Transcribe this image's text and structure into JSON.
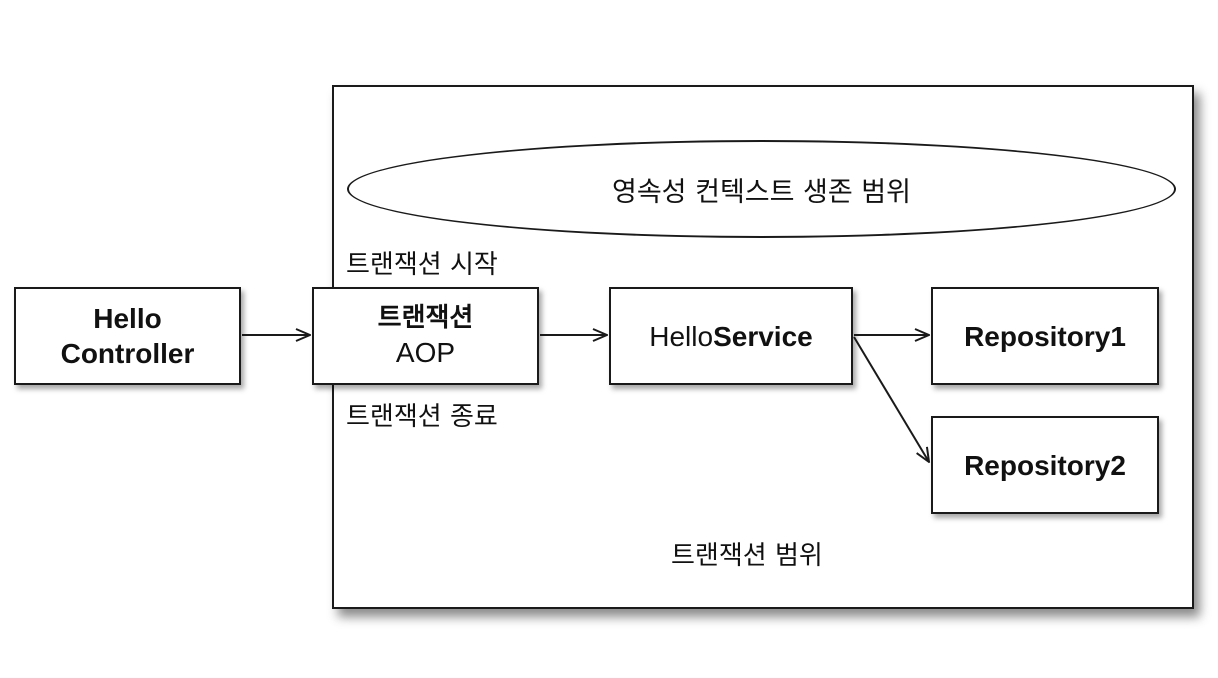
{
  "diagram": {
    "persistence_context_scope": "영속성 컨텍스트 생존 범위",
    "tx_start": "트랜잭션 시작",
    "tx_end": "트랜잭션 종료",
    "tx_scope": "트랜잭션 범위",
    "nodes": {
      "hello_controller": {
        "line1": "Hello",
        "line2": "Controller"
      },
      "tx_aop": {
        "line1": "트랜잭션",
        "line2": "AOP"
      },
      "hello_service": {
        "part1": "Hello",
        "part2": "Service"
      },
      "repository1": "Repository1",
      "repository2": "Repository2"
    },
    "edges": [
      {
        "from": "Hello Controller",
        "to": "트랜잭션 AOP"
      },
      {
        "from": "트랜잭션 AOP",
        "to": "HelloService"
      },
      {
        "from": "HelloService",
        "to": "Repository1"
      },
      {
        "from": "HelloService",
        "to": "Repository2"
      }
    ]
  }
}
